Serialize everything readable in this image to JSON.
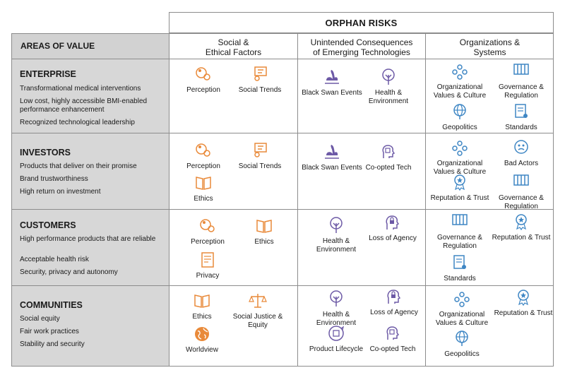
{
  "title": "ORPHAN RISKS",
  "areas_label": "AREAS OF VALUE",
  "columns": {
    "social": [
      "Social &",
      "Ethical Factors"
    ],
    "tech": [
      "Unintended Consequences",
      "of Emerging Technologies"
    ],
    "org": [
      "Organizations &",
      "Systems"
    ]
  },
  "rows": [
    {
      "title": "ENTERPRISE",
      "items": [
        "Transformational medical interventions",
        "Low cost, highly accessible BMI-enabled performance enhancement",
        "Recognized technological leadership"
      ],
      "social": [
        {
          "label": "Perception",
          "icon": "perception-icon"
        },
        {
          "label": "Social Trends",
          "icon": "social-trends-icon"
        }
      ],
      "tech": [
        {
          "label": "Black Swan Events",
          "icon": "black-swan-icon"
        },
        {
          "label": "Health & Environment",
          "icon": "health-environment-icon"
        }
      ],
      "org": [
        {
          "label": "Organizational Values & Culture",
          "icon": "organizational-values-icon"
        },
        {
          "label": "Governance & Regulation",
          "icon": "governance-icon"
        },
        {
          "label": "Geopolitics",
          "icon": "geopolitics-icon"
        },
        {
          "label": "Standards",
          "icon": "standards-icon"
        }
      ]
    },
    {
      "title": "INVESTORS",
      "items": [
        "Products that deliver on their promise",
        "Brand trustworthiness",
        "High return on investment"
      ],
      "social": [
        {
          "label": "Perception",
          "icon": "perception-icon"
        },
        {
          "label": "Social Trends",
          "icon": "social-trends-icon"
        },
        {
          "label": "Ethics",
          "icon": "ethics-icon"
        }
      ],
      "tech": [
        {
          "label": "Black Swan Events",
          "icon": "black-swan-icon"
        },
        {
          "label": "Co-opted Tech",
          "icon": "co-opted-tech-icon"
        }
      ],
      "org": [
        {
          "label": "Organizational Values & Culture",
          "icon": "organizational-values-icon"
        },
        {
          "label": "Bad Actors",
          "icon": "bad-actors-icon"
        },
        {
          "label": "Reputation & Trust",
          "icon": "reputation-trust-icon"
        },
        {
          "label": "Governance & Regulation",
          "icon": "governance-icon"
        }
      ]
    },
    {
      "title": "CUSTOMERS",
      "items": [
        "High performance products that are reliable",
        "Acceptable health risk",
        "Security, privacy and autonomy"
      ],
      "social": [
        {
          "label": "Perception",
          "icon": "perception-icon"
        },
        {
          "label": "Ethics",
          "icon": "ethics-icon"
        },
        {
          "label": "Privacy",
          "icon": "privacy-icon"
        }
      ],
      "tech": [
        {
          "label": "Health & Environment",
          "icon": "health-environment-icon"
        },
        {
          "label": "Loss of Agency",
          "icon": "loss-of-agency-icon"
        }
      ],
      "org": [
        {
          "label": "Governance & Regulation",
          "icon": "governance-icon"
        },
        {
          "label": "Reputation & Trust",
          "icon": "reputation-trust-icon"
        },
        {
          "label": "Standards",
          "icon": "standards-icon"
        }
      ]
    },
    {
      "title": "COMMUNITIES",
      "items": [
        "Social equity",
        "Fair work practices",
        "Stability and security"
      ],
      "social": [
        {
          "label": "Ethics",
          "icon": "ethics-icon"
        },
        {
          "label": "Social Justice & Equity",
          "icon": "social-justice-icon"
        },
        {
          "label": "Worldview",
          "icon": "worldview-icon"
        }
      ],
      "tech": [
        {
          "label": "Health & Environment",
          "icon": "health-environment-icon"
        },
        {
          "label": "Loss of Agency",
          "icon": "loss-of-agency-icon"
        },
        {
          "label": "Product Lifecycle",
          "icon": "product-lifecycle-icon"
        },
        {
          "label": "Co-opted Tech",
          "icon": "co-opted-tech-icon"
        }
      ],
      "org": [
        {
          "label": "Organizational Values & Culture",
          "icon": "organizational-values-icon"
        },
        {
          "label": "Reputation & Trust",
          "icon": "reputation-trust-icon"
        },
        {
          "label": "Geopolitics",
          "icon": "geopolitics-icon"
        }
      ]
    }
  ],
  "colors": {
    "social": "#e98a3a",
    "tech": "#6d5aa6",
    "org": "#3e86c4",
    "row_fill": "#d7d7d7",
    "border": "#8c8c8c"
  }
}
